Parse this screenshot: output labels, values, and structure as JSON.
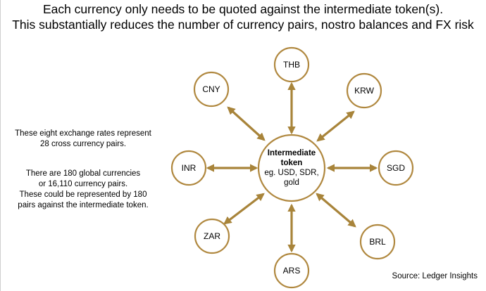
{
  "title": {
    "line1": "Each currency only needs to be quoted against the intermediate token(s).",
    "line2": "This substantially reduces the number of currency pairs, nostro balances and FX risk"
  },
  "notes": {
    "exchange_rates": [
      "These eight exchange rates represent",
      "28 cross currency pairs."
    ],
    "global": [
      "There are 180 global currencies",
      "or 16,110 currency pairs.",
      "These could be represented by 180",
      "pairs against the intermediate token."
    ]
  },
  "center": {
    "title_lines": [
      "Intermediate",
      "token"
    ],
    "sub_lines": [
      "eg. USD, SDR,",
      "gold"
    ]
  },
  "currencies": [
    "THB",
    "KRW",
    "SGD",
    "BRL",
    "ARS",
    "ZAR",
    "INR",
    "CNY"
  ],
  "source": "Source: Ledger Insights",
  "colors": {
    "accent": "#b0883f",
    "arrow": "#a8843a"
  }
}
